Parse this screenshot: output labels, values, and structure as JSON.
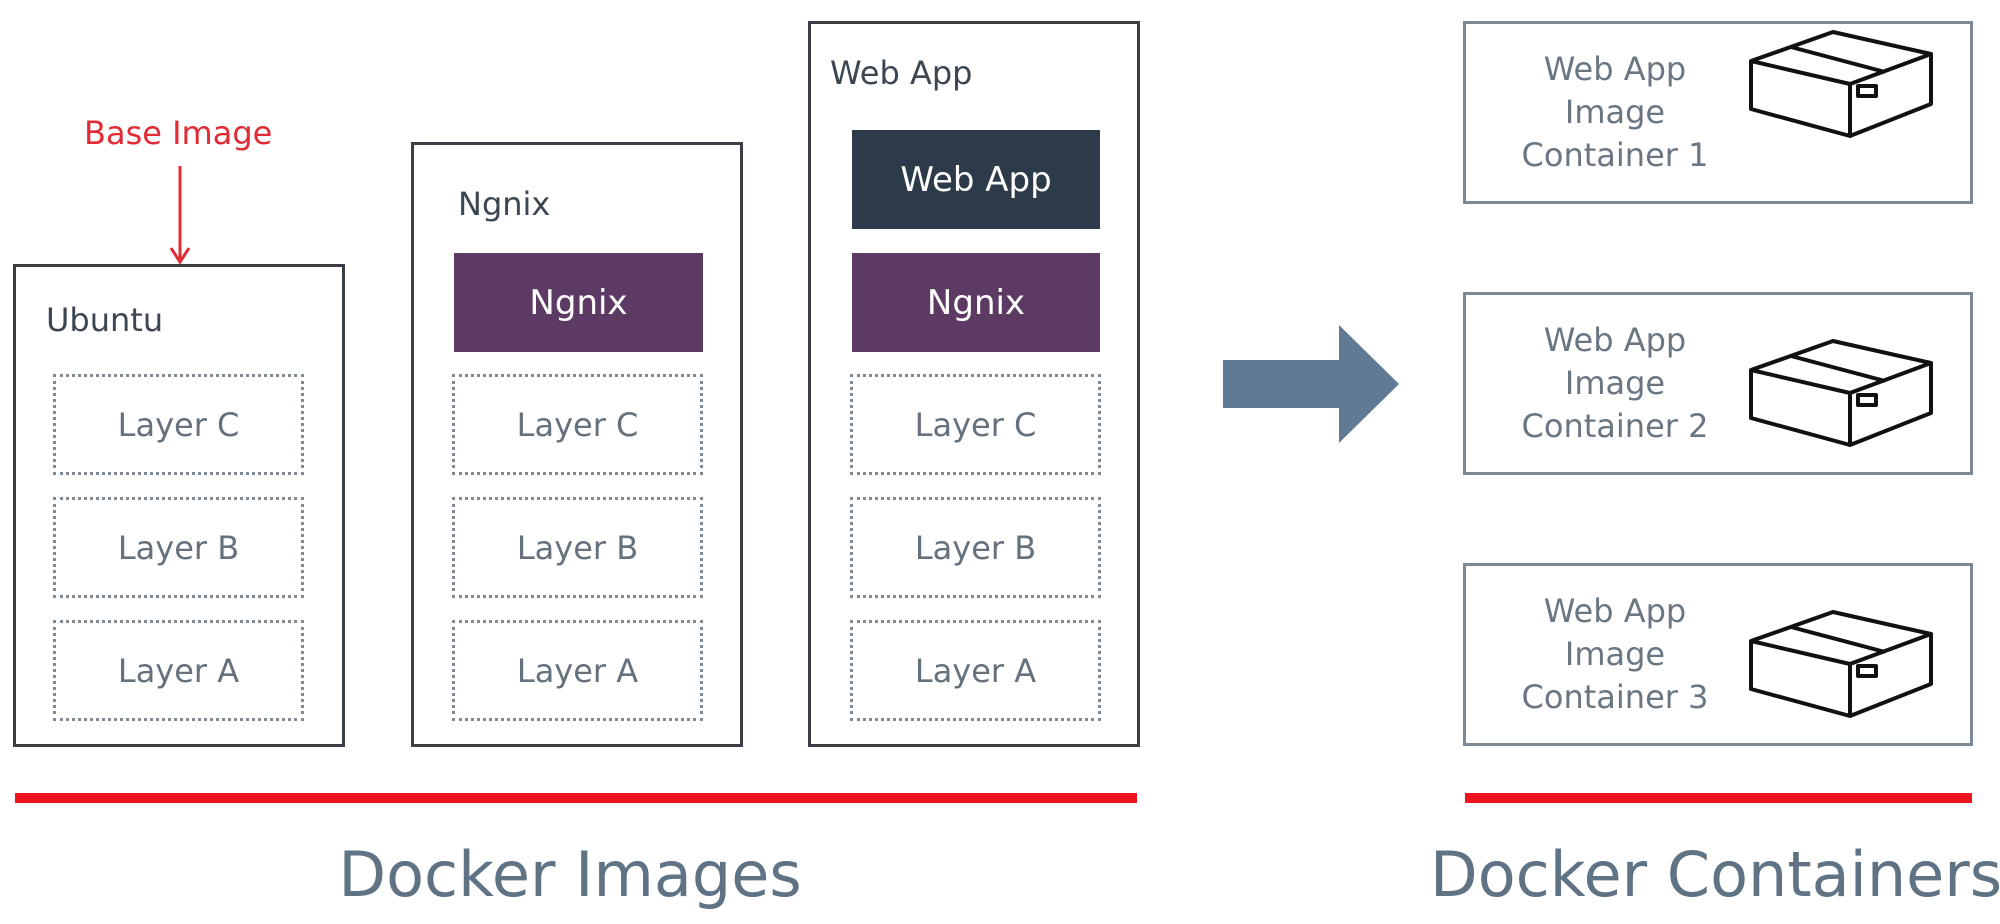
{
  "base_image_label": "Base Image",
  "images": [
    {
      "title": "Ubuntu",
      "layers": [
        "Layer C",
        "Layer B",
        "Layer A"
      ]
    },
    {
      "title": "Ngnix",
      "solid_layers": [
        "Ngnix"
      ],
      "layers": [
        "Layer C",
        "Layer B",
        "Layer A"
      ]
    },
    {
      "title": "Web App",
      "solid_layers": [
        "Web App",
        "Ngnix"
      ],
      "layers": [
        "Layer C",
        "Layer B",
        "Layer A"
      ]
    }
  ],
  "containers": [
    {
      "lines": [
        "Web App",
        "Image",
        "Container 1"
      ]
    },
    {
      "lines": [
        "Web App",
        "Image",
        "Container 2"
      ]
    },
    {
      "lines": [
        "Web App",
        "Image",
        "Container 3"
      ]
    }
  ],
  "labels": {
    "images": "Docker Images",
    "containers": "Docker Containers"
  },
  "colors": {
    "accent_red": "#f0141e",
    "ngnix_layer": "#5d3a63",
    "webapp_layer": "#2d3a4a",
    "arrow": "#5f7a92"
  }
}
